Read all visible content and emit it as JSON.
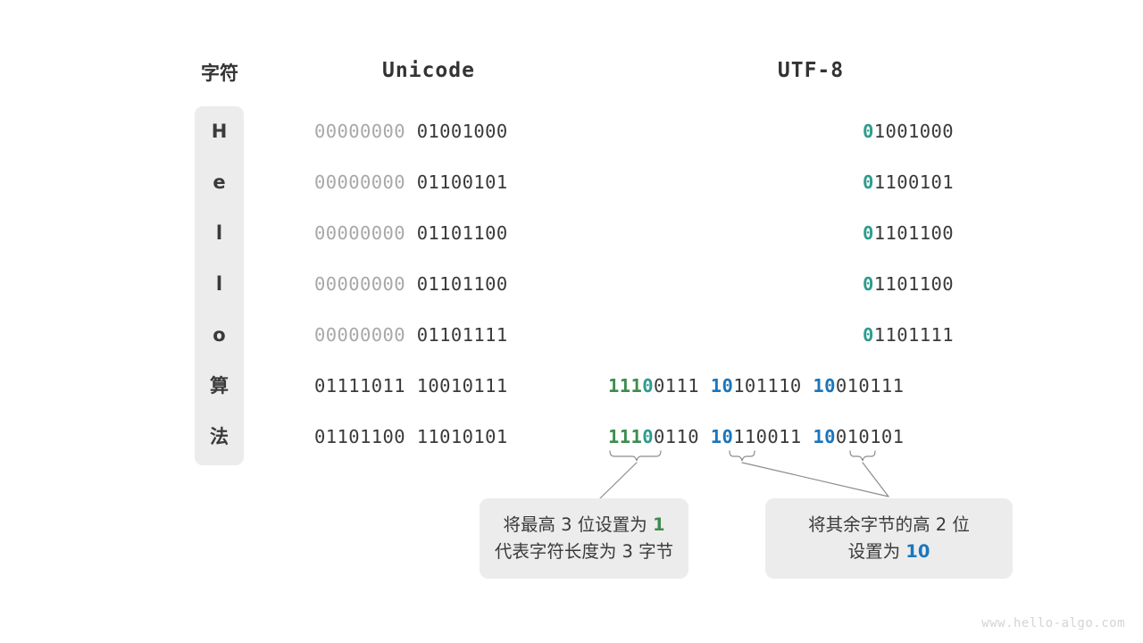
{
  "headers": {
    "char": "字符",
    "unicode": "Unicode",
    "utf8": "UTF-8"
  },
  "rows": [
    {
      "char": "H",
      "unicode_high": "00000000 ",
      "unicode_low": "01001000",
      "utf8_kind": "ascii",
      "utf8_lead": "0",
      "utf8_rest": "1001000"
    },
    {
      "char": "e",
      "unicode_high": "00000000 ",
      "unicode_low": "01100101",
      "utf8_kind": "ascii",
      "utf8_lead": "0",
      "utf8_rest": "1100101"
    },
    {
      "char": "l",
      "unicode_high": "00000000 ",
      "unicode_low": "01101100",
      "utf8_kind": "ascii",
      "utf8_lead": "0",
      "utf8_rest": "1101100"
    },
    {
      "char": "l",
      "unicode_high": "00000000 ",
      "unicode_low": "01101100",
      "utf8_kind": "ascii",
      "utf8_lead": "0",
      "utf8_rest": "1101100"
    },
    {
      "char": "o",
      "unicode_high": "00000000 ",
      "unicode_low": "01101111",
      "utf8_kind": "ascii",
      "utf8_lead": "0",
      "utf8_rest": "1101111"
    },
    {
      "char": "算",
      "unicode_high": "01111011 ",
      "unicode_low": "10010111",
      "utf8_kind": "multi",
      "b1_green": "111",
      "b1_teal": "0",
      "b1_rest": "0111",
      "b2_blue": "10",
      "b2_rest": "101110",
      "b3_blue": "10",
      "b3_rest": "010111"
    },
    {
      "char": "法",
      "unicode_high": "01101100 ",
      "unicode_low": "11010101",
      "utf8_kind": "multi",
      "b1_green": "111",
      "b1_teal": "0",
      "b1_rest": "0110",
      "b2_blue": "10",
      "b2_rest": "110011",
      "b3_blue": "10",
      "b3_rest": "010101"
    }
  ],
  "notes": {
    "a": {
      "line1_pre": "将最高 3 位设置为 ",
      "line1_kw": "1",
      "line2": "代表字符长度为 3 字节"
    },
    "b": {
      "line1": "将其余字节的高 2 位",
      "line2_pre": "设置为 ",
      "line2_kw": "10"
    }
  },
  "watermark": "www.hello-algo.com",
  "colors": {
    "green": "#3e8c4e",
    "teal": "#2e9c8e",
    "blue": "#1a76bd",
    "dim": "#a8a8a8",
    "dark": "#3a3a3a",
    "panel": "#ececec"
  }
}
